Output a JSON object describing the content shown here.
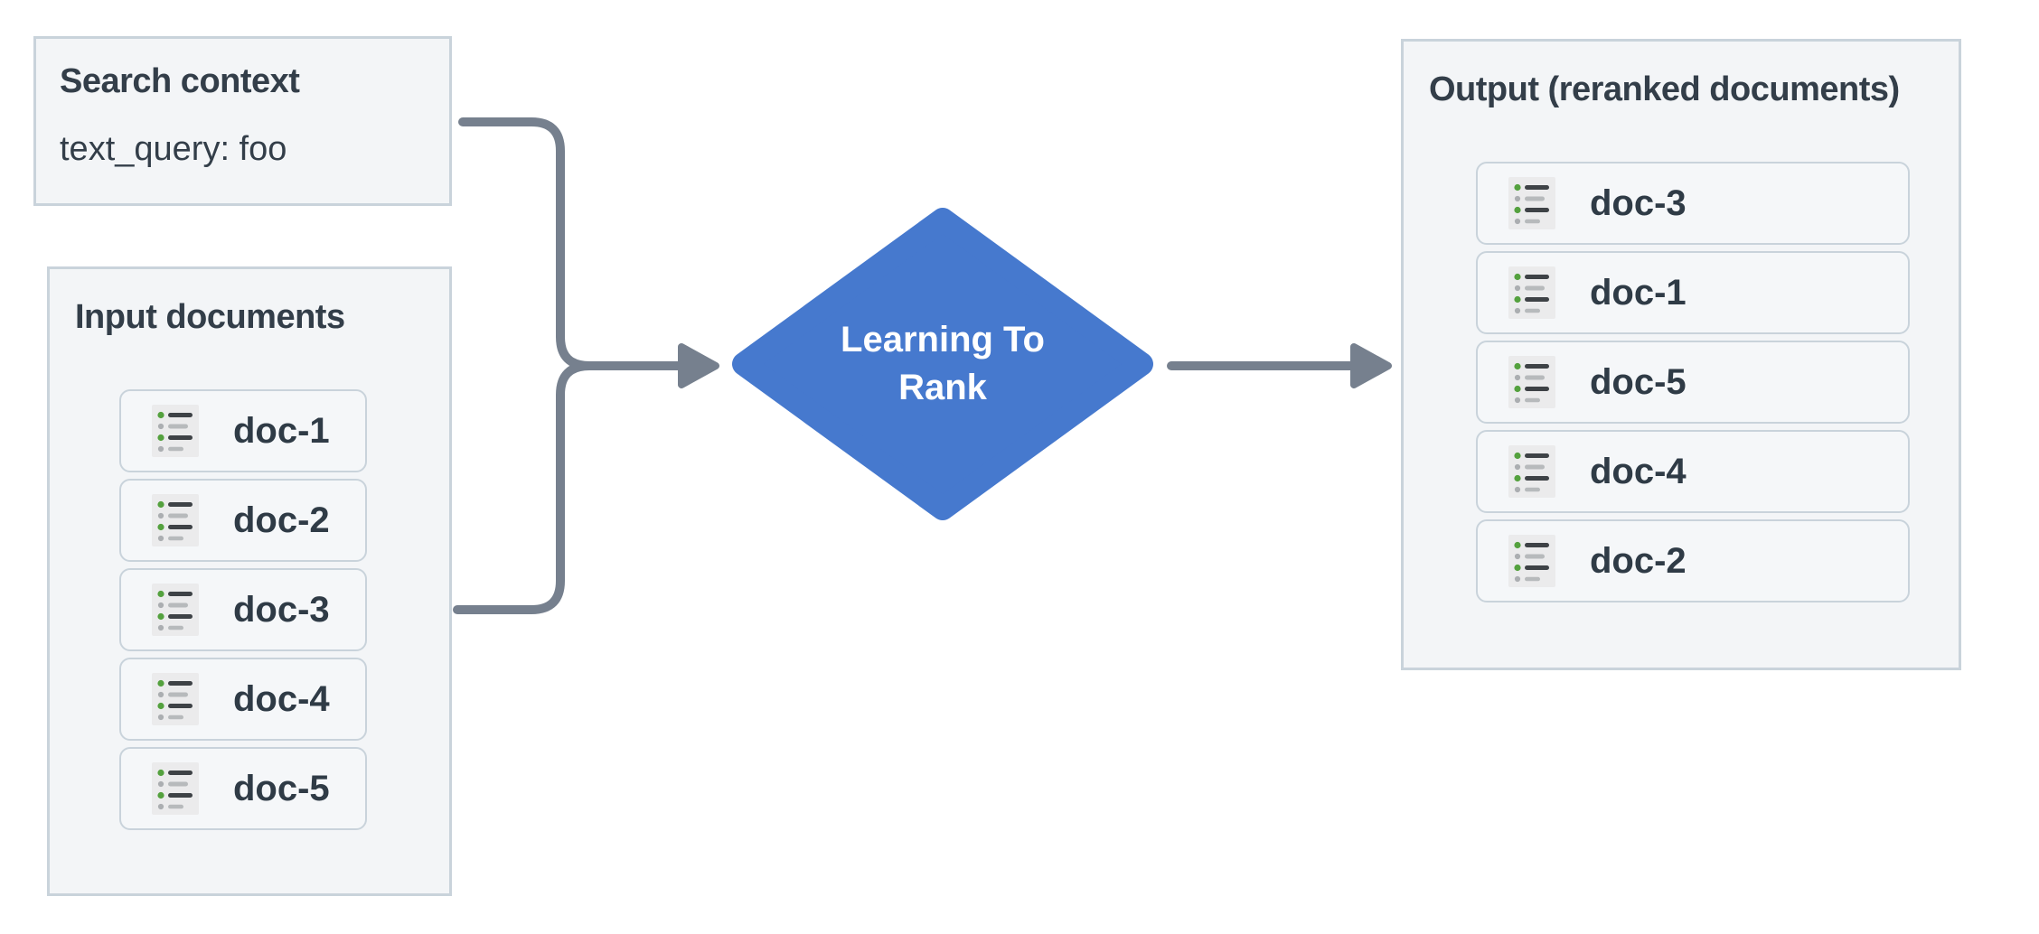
{
  "search_context": {
    "title": "Search context",
    "query": "text_query: foo"
  },
  "input_documents": {
    "title": "Input documents",
    "items": [
      "doc-1",
      "doc-2",
      "doc-3",
      "doc-4",
      "doc-5"
    ]
  },
  "process": {
    "label_line1": "Learning To",
    "label_line2": "Rank"
  },
  "output_documents": {
    "title": "Output (reranked documents)",
    "items": [
      "doc-3",
      "doc-1",
      "doc-5",
      "doc-4",
      "doc-2"
    ]
  },
  "colors": {
    "diamond_blue": "#4679ce",
    "connector_gray": "#76808e",
    "box_background": "#f3f5f7",
    "box_border": "#c9d3db",
    "row_background": "#f5f7f9",
    "text_dark": "#333e49",
    "icon_green": "#54a13e",
    "icon_dark_line": "#3e4246",
    "icon_light_line": "#b7babc"
  }
}
